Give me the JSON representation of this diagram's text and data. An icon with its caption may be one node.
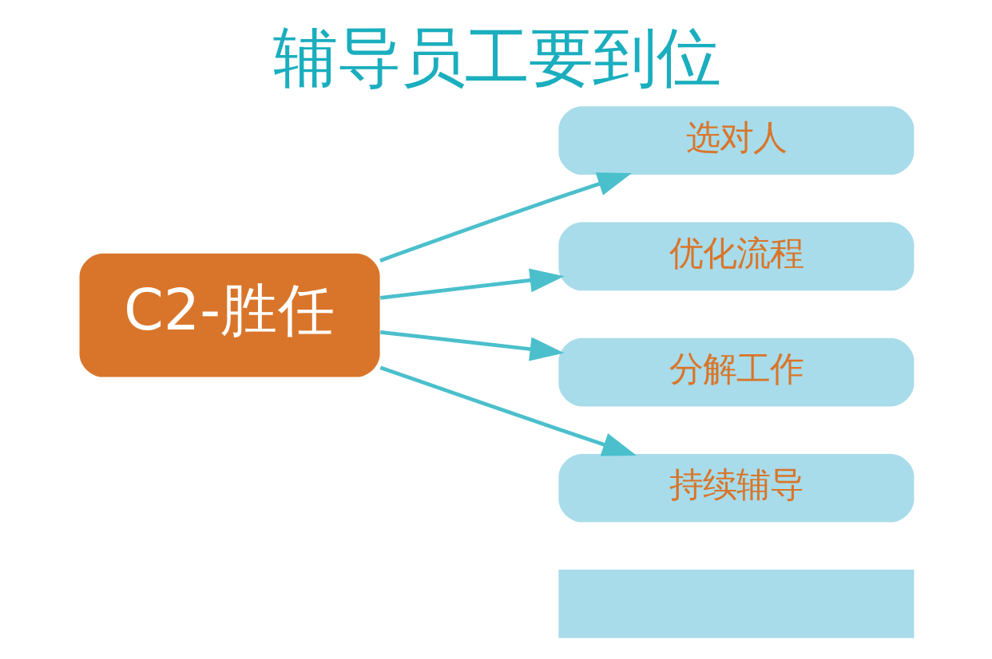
{
  "diagram": {
    "title": "辅导员工要到位",
    "nodes": [
      {
        "text": [
          "C2-胜任"
        ]
      },
      {
        "text": [
          "选对人"
        ]
      },
      {
        "text": [
          "优化流程"
        ]
      },
      {
        "text": [
          "分解工作"
        ]
      },
      {
        "text": [
          "持续辅导"
        ]
      },
      {
        "text": [],
        "shape": "box"
      }
    ],
    "edges": [
      {
        "from": 0,
        "to": 1,
        "arrow": "to"
      },
      {
        "from": 0,
        "to": 2,
        "arrow": "to"
      },
      {
        "from": 0,
        "to": 3,
        "arrow": "to"
      },
      {
        "from": 0,
        "to": 4,
        "arrow": "to"
      }
    ]
  }
}
